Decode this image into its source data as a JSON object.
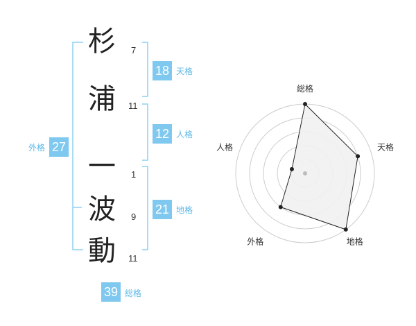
{
  "name": {
    "chars": [
      {
        "char": "杉",
        "strokes": "7"
      },
      {
        "char": "浦",
        "strokes": "11"
      },
      {
        "char": "一",
        "strokes": "1"
      },
      {
        "char": "波",
        "strokes": "9"
      },
      {
        "char": "動",
        "strokes": "11"
      }
    ]
  },
  "kaku": {
    "tenkaku": {
      "label": "天格",
      "value": "18"
    },
    "jinkaku": {
      "label": "人格",
      "value": "12"
    },
    "chikaku": {
      "label": "地格",
      "value": "21"
    },
    "gaikaku": {
      "label": "外格",
      "value": "27"
    },
    "soukaku": {
      "label": "総格",
      "value": "39"
    }
  },
  "colors": {
    "accent": "#7fc8ef",
    "accent_text": "#5cb8e8",
    "bracket": "#8fd0f2",
    "ring": "#cccccc",
    "fill": "#f1f1f1",
    "line": "#222222"
  },
  "chart_data": {
    "type": "radar",
    "axes": [
      "総格",
      "天格",
      "地格",
      "外格",
      "人格"
    ],
    "max": 5,
    "rings": 5,
    "values": [
      5,
      4,
      5,
      3,
      1
    ]
  }
}
